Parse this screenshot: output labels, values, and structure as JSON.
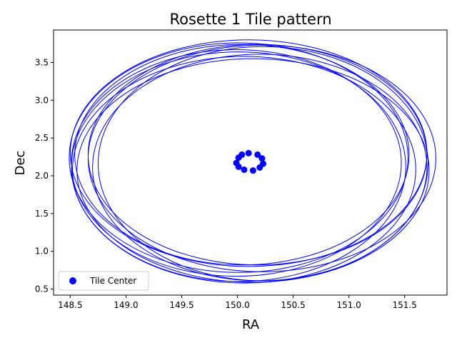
{
  "chart_data": {
    "type": "scatter",
    "title": "Rosette 1 Tile pattern",
    "xlabel": "RA",
    "ylabel": "Dec",
    "xlim": [
      148.35,
      151.88
    ],
    "ylim": [
      0.42,
      3.93
    ],
    "xticks": [
      148.5,
      149.0,
      149.5,
      150.0,
      150.5,
      151.0,
      151.5
    ],
    "yticks": [
      0.5,
      1.0,
      1.5,
      2.0,
      2.5,
      3.0,
      3.5
    ],
    "xtick_labels": [
      "148.5",
      "149.0",
      "149.5",
      "150.0",
      "150.5",
      "151.0",
      "151.5"
    ],
    "ytick_labels": [
      "0.5",
      "1.0",
      "1.5",
      "2.0",
      "2.5",
      "3.0",
      "3.5"
    ],
    "grid": false,
    "legend_position": "lower-left",
    "color": "#0000ff",
    "series": [
      {
        "name": "Tile Center",
        "x": [
          150.1,
          150.18,
          150.22,
          150.23,
          150.2,
          150.14,
          150.06,
          150.01,
          149.99,
          150.01,
          150.04
        ],
        "y": [
          2.3,
          2.28,
          2.23,
          2.16,
          2.11,
          2.07,
          2.08,
          2.12,
          2.17,
          2.24,
          2.28
        ]
      }
    ],
    "circles": [
      {
        "cx": 150.1,
        "cy": 2.3,
        "rx": 1.6,
        "ry": 1.5
      },
      {
        "cx": 150.18,
        "cy": 2.28,
        "rx": 1.52,
        "ry": 1.46
      },
      {
        "cx": 150.22,
        "cy": 2.23,
        "rx": 1.56,
        "ry": 1.5
      },
      {
        "cx": 150.23,
        "cy": 2.16,
        "rx": 1.48,
        "ry": 1.55
      },
      {
        "cx": 150.2,
        "cy": 2.11,
        "rx": 1.5,
        "ry": 1.5
      },
      {
        "cx": 150.14,
        "cy": 2.07,
        "rx": 1.58,
        "ry": 1.48
      },
      {
        "cx": 150.06,
        "cy": 2.08,
        "rx": 1.54,
        "ry": 1.5
      },
      {
        "cx": 150.01,
        "cy": 2.12,
        "rx": 1.5,
        "ry": 1.52
      },
      {
        "cx": 149.99,
        "cy": 2.17,
        "rx": 1.48,
        "ry": 1.5
      },
      {
        "cx": 150.01,
        "cy": 2.24,
        "rx": 1.52,
        "ry": 1.52
      },
      {
        "cx": 150.04,
        "cy": 2.28,
        "rx": 1.5,
        "ry": 1.46
      }
    ]
  }
}
